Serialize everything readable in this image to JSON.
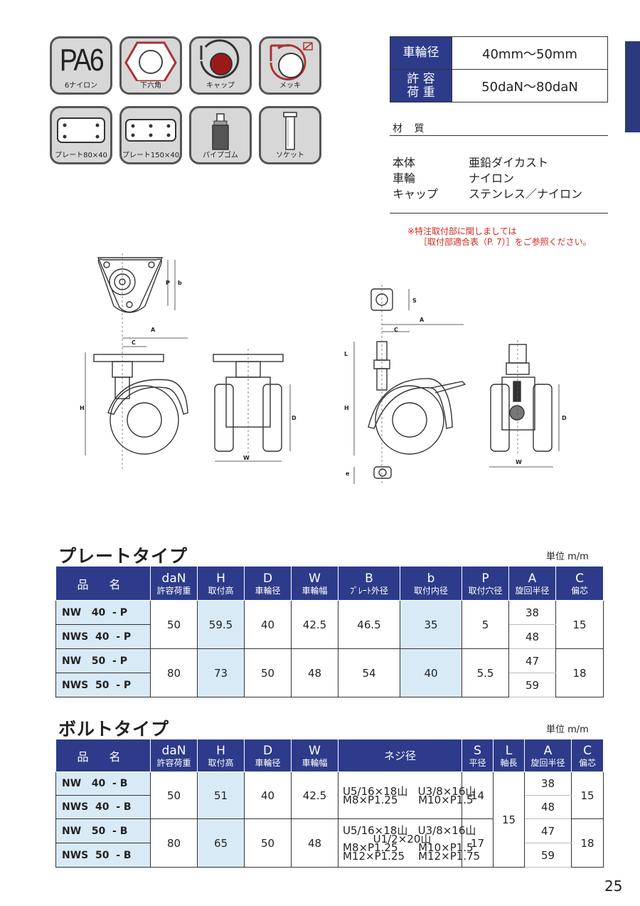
{
  "icons": [
    {
      "name": "pa6",
      "text": "PA6",
      "label": "6ナイロン"
    },
    {
      "name": "hex",
      "label": "下六角"
    },
    {
      "name": "cap",
      "label": "キャップ"
    },
    {
      "name": "plating",
      "label": "メッキ"
    },
    {
      "name": "plate80",
      "label": "プレート80×40"
    },
    {
      "name": "plate150",
      "label": "プレート150×40"
    },
    {
      "name": "pipe",
      "label": "パイプゴム"
    },
    {
      "name": "socket",
      "label": "ソケット"
    }
  ],
  "spec": {
    "wheel_dia_label": "車輪径",
    "wheel_dia_value": "40mm～50mm",
    "load_label_1": "許 容",
    "load_label_2": "荷 重",
    "load_value": "50daN～80daN"
  },
  "material": {
    "title": "材 質",
    "rows": [
      {
        "k": "本体",
        "v": "亜鉛ダイカスト"
      },
      {
        "k": "車輪",
        "v": "ナイロン"
      },
      {
        "k": "キャップ",
        "v": "ステンレス／ナイロン"
      }
    ]
  },
  "note": {
    "line1": "※特注取付部に関しましては",
    "line2": "［取付部適合表（P. 7）］をご参照ください。"
  },
  "diagram_labels": {
    "A": "A",
    "C": "C",
    "H": "H",
    "D": "D",
    "W": "W",
    "P": "P",
    "b": "b",
    "S": "S",
    "L": "L",
    "e": "e"
  },
  "plate": {
    "title": "プレートタイプ",
    "unit": "単位 m/m",
    "headers": {
      "name": "品 名",
      "dan": "daN",
      "dan_sub": "許容荷重",
      "h": "H",
      "h_sub": "取付高",
      "d": "D",
      "d_sub": "車輪径",
      "w": "W",
      "w_sub": "車輪幅",
      "B": "B",
      "B_sub": "ﾌﾟﾚｰﾄ外径",
      "b": "b",
      "b_sub": "取付内径",
      "p": "P",
      "p_sub": "取付穴径",
      "a": "A",
      "a_sub": "旋回半径",
      "c": "C",
      "c_sub": "偏芯"
    },
    "groups": [
      {
        "names": [
          "NW   40  - P",
          "NWS  40  - P"
        ],
        "dan": "50",
        "h": "59.5",
        "d": "40",
        "w": "42.5",
        "B": "46.5",
        "b": "35",
        "p": "5",
        "a": [
          "38",
          "48"
        ],
        "c": "15"
      },
      {
        "names": [
          "NW   50  - P",
          "NWS  50  - P"
        ],
        "dan": "80",
        "h": "73",
        "d": "50",
        "w": "48",
        "B": "54",
        "b": "40",
        "p": "5.5",
        "a": [
          "47",
          "59"
        ],
        "c": "18"
      }
    ]
  },
  "bolt": {
    "title": "ボルトタイプ",
    "unit": "単位 m/m",
    "headers": {
      "name": "品 名",
      "dan": "daN",
      "dan_sub": "許容荷重",
      "h": "H",
      "h_sub": "取付高",
      "d": "D",
      "d_sub": "車輪径",
      "w": "W",
      "w_sub": "車輪幅",
      "thread": "ネジ径",
      "s": "S",
      "s_sub": "平径",
      "l": "L",
      "l_sub": "軸長",
      "a": "A",
      "a_sub": "旋回半径",
      "c": "C",
      "c_sub": "偏芯"
    },
    "l_value": "15",
    "groups": [
      {
        "names": [
          "NW   40  - B",
          "NWS  40  - B"
        ],
        "dan": "50",
        "h": "51",
        "d": "40",
        "w": "42.5",
        "thread": [
          "U5/16×18山   U3/8×16山",
          "M8×P1.25      M10×P1.5"
        ],
        "s": "14",
        "a": [
          "38",
          "48"
        ],
        "c": "15"
      },
      {
        "names": [
          "NW   50  - B",
          "NWS  50  - B"
        ],
        "dan": "80",
        "h": "65",
        "d": "50",
        "w": "48",
        "thread": [
          "U5/16×18山   U3/8×16山",
          "U1/2×20山",
          "M8×P1.25      M10×P1.5",
          "M12×P1.25    M12×P1.75"
        ],
        "s": "17",
        "a": [
          "47",
          "59"
        ],
        "c": "18"
      }
    ]
  },
  "page_number": "25",
  "colors": {
    "header_blue": "#2d3b8a",
    "cell_blue": "#d9eaf7",
    "note_red": "#d0281f",
    "cap_red": "#9a1a1a",
    "hex_red": "#a33"
  }
}
